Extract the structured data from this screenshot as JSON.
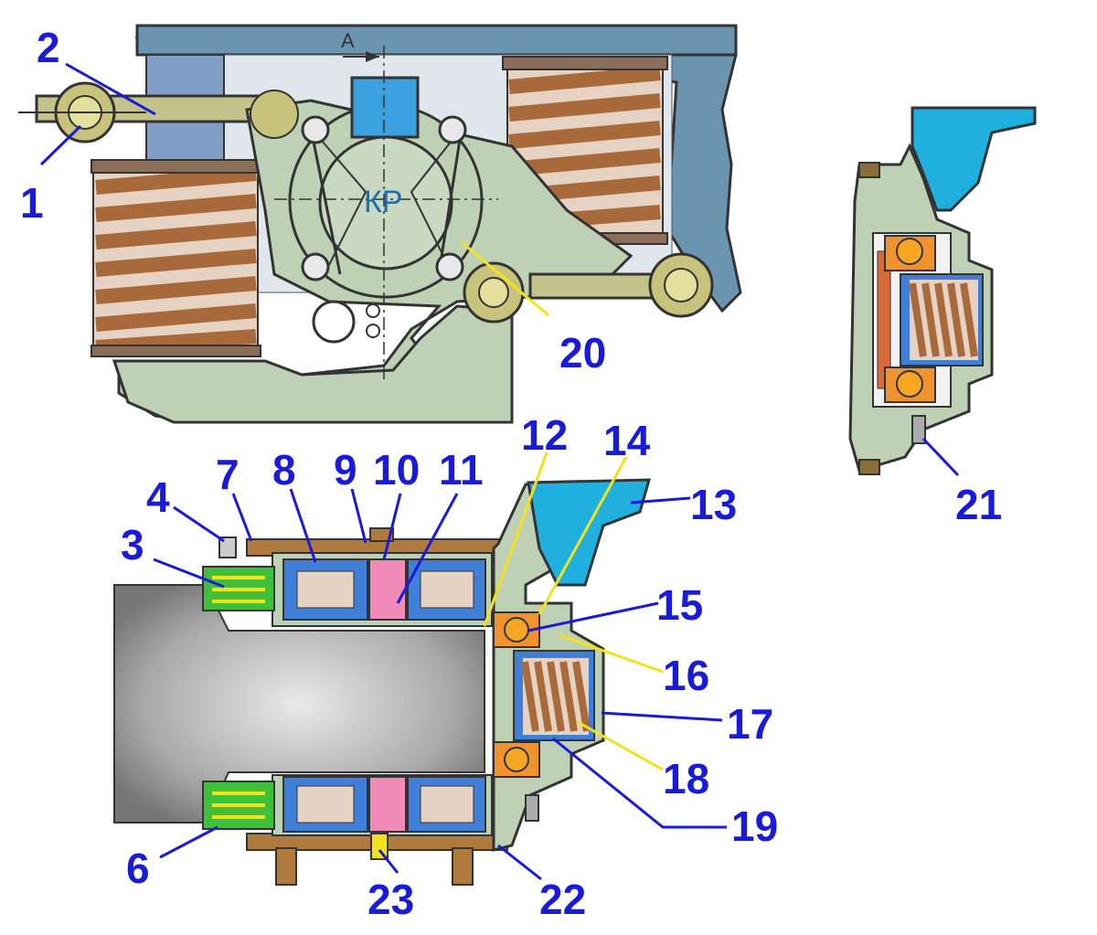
{
  "colors": {
    "callout_text": "#1a1adb",
    "leader_blue": "#1a1adb",
    "leader_yellow": "#f2e21b",
    "frame_blue": "#6a94b0",
    "housing_green": "#bfd1b4",
    "spring_brown": "#a86a3a",
    "axle_gray": "#8a8a8a",
    "bearing_blue": "#3f7fd8",
    "bearing_pink": "#f28ab8",
    "bearing_orange": "#f0922e",
    "bronze": "#b07a3c",
    "seal_green": "#3fbf3a",
    "cyan": "#1fb0e0"
  },
  "labels": {
    "kp": "КР",
    "section_a": "А"
  },
  "callouts": [
    {
      "id": "c1",
      "text": "1"
    },
    {
      "id": "c2",
      "text": "2"
    },
    {
      "id": "c3",
      "text": "3"
    },
    {
      "id": "c4",
      "text": "4"
    },
    {
      "id": "c6",
      "text": "6"
    },
    {
      "id": "c7",
      "text": "7"
    },
    {
      "id": "c8",
      "text": "8"
    },
    {
      "id": "c9",
      "text": "9"
    },
    {
      "id": "c10",
      "text": "10"
    },
    {
      "id": "c11",
      "text": "11"
    },
    {
      "id": "c12",
      "text": "12"
    },
    {
      "id": "c13",
      "text": "13"
    },
    {
      "id": "c14",
      "text": "14"
    },
    {
      "id": "c15",
      "text": "15"
    },
    {
      "id": "c16",
      "text": "16"
    },
    {
      "id": "c17",
      "text": "17"
    },
    {
      "id": "c18",
      "text": "18"
    },
    {
      "id": "c19",
      "text": "19"
    },
    {
      "id": "c20",
      "text": "20"
    },
    {
      "id": "c21",
      "text": "21"
    },
    {
      "id": "c22",
      "text": "22"
    },
    {
      "id": "c23",
      "text": "23"
    }
  ]
}
